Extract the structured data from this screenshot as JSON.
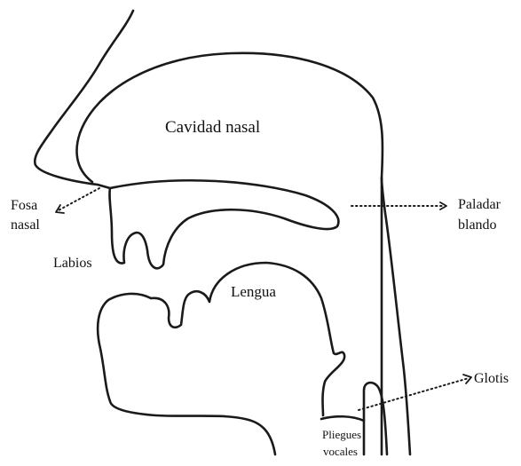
{
  "diagram": {
    "labels": {
      "nasal_cavity": "Cavidad nasal",
      "nostril_line1": "Fosa",
      "nostril_line2": "nasal",
      "soft_palate_line1": "Paladar",
      "soft_palate_line2": "blando",
      "lips": "Labios",
      "tongue": "Lengua",
      "glottis": "Glotis",
      "vocal_folds_line1": "Pliegues",
      "vocal_folds_line2": "vocales"
    }
  }
}
